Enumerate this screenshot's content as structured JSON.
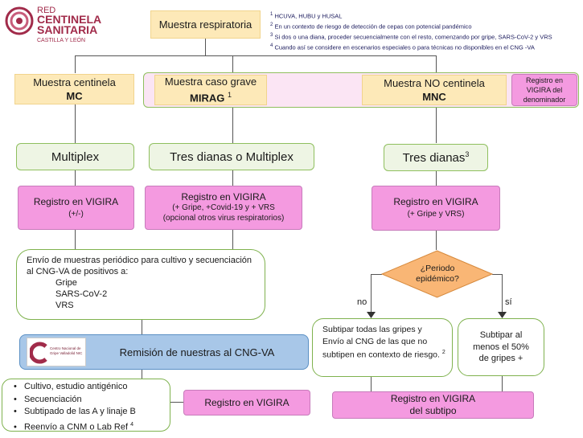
{
  "logo": {
    "line1": "RED",
    "line2": "CENTINELA",
    "line3": "SANITARIA",
    "line4": "CASTILLA Y LEÓN"
  },
  "top_box": "Muestra respiratoria",
  "footnotes": [
    {
      "num": "1",
      "text": "HCUVA, HUBU y HUSAL"
    },
    {
      "num": "2",
      "text": "En un contexto de riesgo de detección de cepas con potencial pandémico"
    },
    {
      "num": "3",
      "text": "Si dos o una diana, proceder secuencialmente con el resto, comenzando por gripe, SARS-CoV-2 y VRS"
    },
    {
      "num": "4",
      "text": "Cuando así se considere en escenarios especiales o para técnicas no disponibles en el CNG -VA"
    }
  ],
  "mc": {
    "line1": "Muestra centinela",
    "line2": "MC"
  },
  "mirag": {
    "line1": "Muestra caso grave",
    "line2": "MIRAG",
    "sup": "1"
  },
  "mnc": {
    "line1": "Muestra NO centinela",
    "line2": "MNC"
  },
  "denominador": "Registro en VIGIRA del denominador",
  "multiplex": "Multiplex",
  "tres_dianas_multiplex": "Tres dianas o Multiplex",
  "tres_dianas": {
    "text": "Tres dianas",
    "sup": "3"
  },
  "reg_mc": {
    "line1": "Registro en VIGIRA",
    "line2": "(+/-)"
  },
  "reg_mirag": {
    "line1": "Registro en VIGIRA",
    "line2": "(+ Gripe, +Covid-19 y + VRS",
    "line3": "(opcional otros virus respiratorios)"
  },
  "reg_mnc": {
    "line1": "Registro en VIGIRA",
    "line2": "(+ Gripe y VRS)"
  },
  "envio": {
    "intro": "Envío de muestras periódico para cultivo y secuenciación al CNG-VA de positivos a:",
    "items": [
      "Gripe",
      "SARS-CoV-2",
      "VRS"
    ]
  },
  "decision": "¿Periodo epidémico?",
  "no_label": "no",
  "si_label": "sí",
  "subtipar_todas": {
    "text": "Subtipar todas las gripes y Envío al CNG de las que no subtipen en contexto de riesgo.",
    "sup": "2"
  },
  "subtipar_50": "Subtipar al menos el 50% de gripes +",
  "remision": "Remisión de nuestras al CNG-VA",
  "cng_logo": "Centro Nacional de Gripe Valladolid NIC",
  "bullets": [
    "Cultivo, estudio antigénico",
    "Secuenciación",
    "Subtipado de las A y linaje B",
    "Reenvío a CNM o Lab Ref"
  ],
  "bullet_last_sup": "4",
  "reg_final": "Registro en VIGIRA",
  "reg_subtipo": {
    "line1": "Registro en VIGIRA",
    "line2": "del subtipo"
  }
}
